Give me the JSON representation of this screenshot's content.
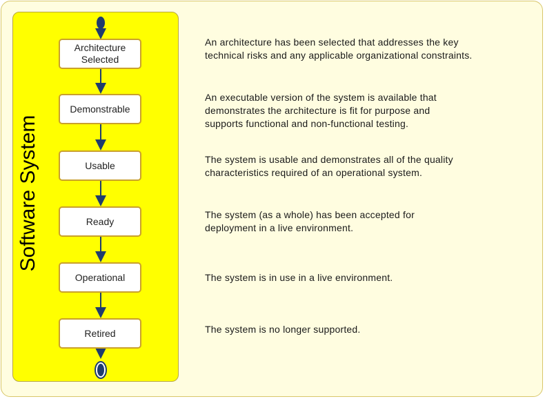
{
  "lane": {
    "title": "Software System"
  },
  "states": [
    {
      "id": "architecture-selected",
      "label": "Architecture Selected",
      "description": "An architecture has been selected that addresses the key technical risks and any applicable organizational constraints."
    },
    {
      "id": "demonstrable",
      "label": "Demonstrable",
      "description": "An executable version of the system is available that demonstrates the architecture is fit for purpose and supports functional and non-functional testing."
    },
    {
      "id": "usable",
      "label": "Usable",
      "description": "The system is usable and demonstrates all of the quality characteristics required of an operational system."
    },
    {
      "id": "ready",
      "label": "Ready",
      "description": "The system (as a whole) has been accepted for deployment in a live environment."
    },
    {
      "id": "operational",
      "label": "Operational",
      "description": "The system is in use in a live environment."
    },
    {
      "id": "retired",
      "label": "Retired",
      "description": "The system is no longer supported."
    }
  ],
  "colors": {
    "lane_fill": "#ffff00",
    "state_border": "#c9a02c",
    "connector": "#1f3c6e",
    "background": "#fffde0"
  }
}
